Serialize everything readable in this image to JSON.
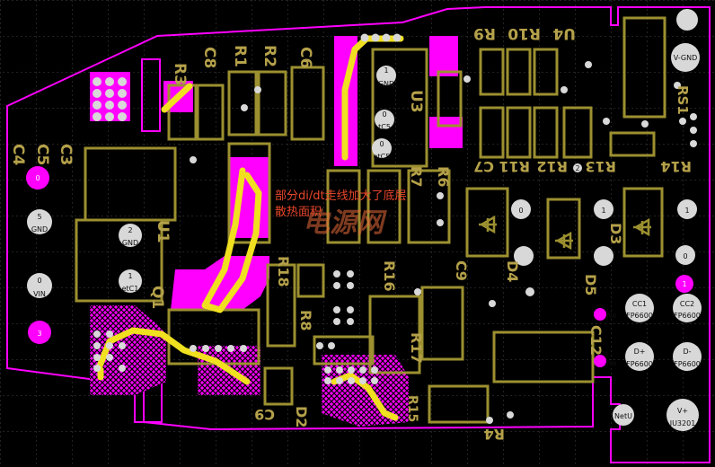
{
  "annotation": {
    "line1": "部分di/dt走线加大了底层",
    "line2": "散热面积",
    "color": "#e8462a"
  },
  "watermark": "电源网",
  "colors": {
    "background": "#000000",
    "grid": "#4a4a4a",
    "magenta": "#ff00ff",
    "silkscreen": "#9c9030",
    "track": "#f0e020",
    "pad": "#d8d8d8"
  },
  "silkscreen": {
    "R3": "R3",
    "C8": "C8",
    "R1": "R1",
    "R2": "R2",
    "C6": "C6",
    "U3": "U3",
    "R9": "R9",
    "R10": "R10",
    "U4": "U4",
    "RS1": "RS1",
    "C3": "C3",
    "C4": "C4",
    "C5": "C5",
    "U1": "U1",
    "R7": "R7",
    "R6": "R6",
    "C7": "C7",
    "R11": "R11",
    "R12": "R12",
    "R13": "R13",
    "R14": "R14",
    "D3": "D3",
    "D4": "D4",
    "D5": "D5",
    "Q1": "Q1",
    "R18": "R18",
    "R8": "R8",
    "R16": "R16",
    "C9b": "C9",
    "R17": "R17",
    "C12": "C12",
    "C9": "C9",
    "D2": "D2",
    "R15": "R15",
    "R4": "R4"
  },
  "pads": {
    "gnd1_num": "1",
    "gnd1": "GND",
    "c5a_num": "0",
    "c5a": "tC5",
    "c5b_num": "0",
    "c5b": "etC5",
    "p0_num": "0",
    "gnd5_num": "5",
    "gnd5": "GND",
    "gnd2_num": "2",
    "gnd2": "GND",
    "vin_num": "0",
    "vin": "VIN",
    "etc1_num": "1",
    "etc1": "etC1",
    "p3": "3",
    "vgnd": "V-GND",
    "p0a": "0",
    "p1a": "1",
    "p1b": "1",
    "p0b": "0",
    "p1c": "1",
    "cc1": "CC1",
    "cc1b": "FP6600",
    "cc2": "CC2",
    "cc2b": "FP6600",
    "dp": "D+",
    "dpb": "FP6600",
    "dm": "D-",
    "dmb": "FP6600",
    "vplus": "V+",
    "vplusb": "IU3201",
    "netu": "NetU",
    "ne1": "Ne",
    "ne2": "Ne",
    "p2": "2"
  }
}
